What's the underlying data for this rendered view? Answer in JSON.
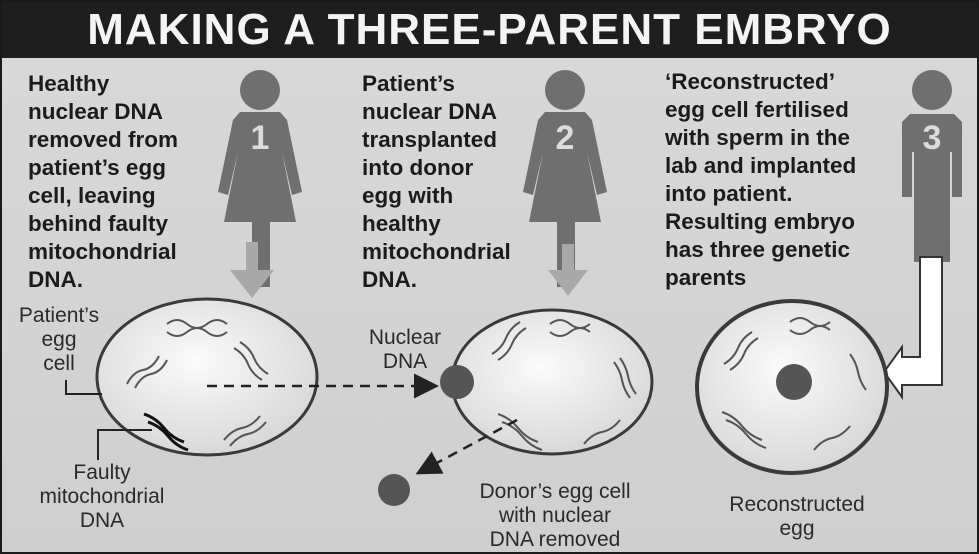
{
  "title": "MAKING A THREE-PARENT EMBRYO",
  "steps": [
    {
      "number": "1",
      "text": "Healthy\nnuclear DNA\nremoved from\npatient’s egg\ncell, leaving\nbehind faulty\nmitochondrial\nDNA."
    },
    {
      "number": "2",
      "text": "Patient’s\nnuclear DNA\ntransplanted\ninto donor\negg with\nhealthy\nmitochondrial\nDNA."
    },
    {
      "number": "3",
      "text": "‘Reconstructed’\negg cell fertilised\nwith sperm in the\nlab and implanted\ninto patient.\nResulting embryo\nhas three genetic\nparents"
    }
  ],
  "labels": {
    "patients_egg_cell": "Patient’s\negg\ncell",
    "nuclear_dna": "Nuclear\nDNA",
    "faulty_mito_dna": "Faulty\nmitochondrial\nDNA",
    "donor_egg": "Donor’s egg cell\nwith nuclear\nDNA removed",
    "reconstructed_egg": "Reconstructed\negg"
  },
  "colors": {
    "background": "#d4d4d4",
    "title_bar": "#1e1e1e",
    "title_text": "#f4f4f4",
    "figure": "#6f6f6f",
    "cell_fill": "#eeeeee",
    "cell_outline": "#3a3a3a",
    "nucleus": "#555555",
    "arrow": "#a8a8a8"
  }
}
